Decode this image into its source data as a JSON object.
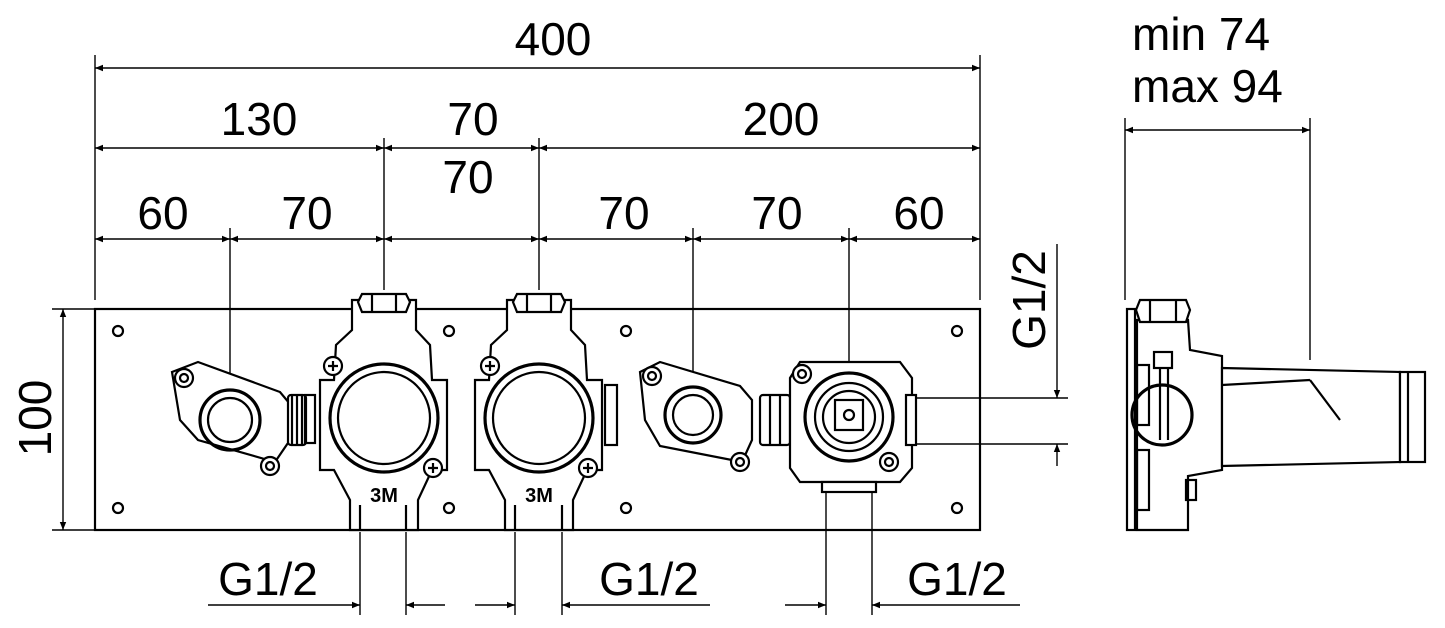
{
  "front_view": {
    "overall_width": "400",
    "segments_upper": [
      "130",
      "70",
      "200"
    ],
    "middle_segment_repeat": "70",
    "segments_lower": [
      "60",
      "70",
      "70",
      "70",
      "60"
    ],
    "height": "100",
    "labels": {
      "top_right_connection": "G1/2",
      "bottom_connection_1": "G1/2",
      "bottom_connection_2": "G1/2",
      "bottom_connection_3": "G1/2",
      "valve_marking_1": "3M",
      "valve_marking_2": "3M"
    }
  },
  "side_view": {
    "depth_min": "min 74",
    "depth_max": "max 94"
  }
}
